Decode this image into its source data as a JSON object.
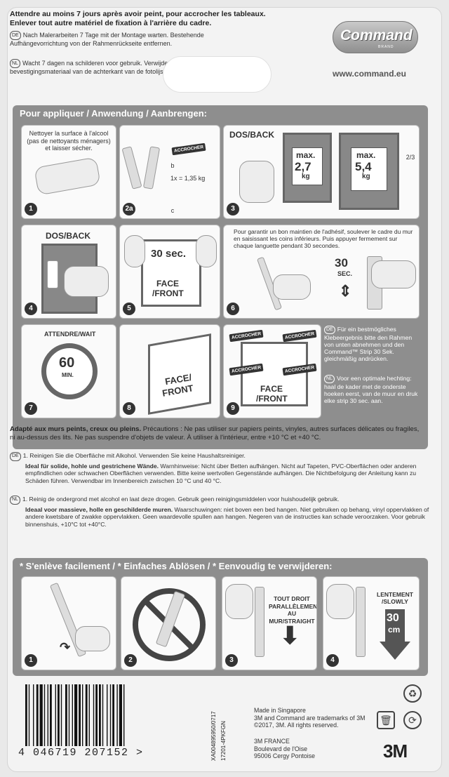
{
  "header": {
    "fr": "Attendre au moins 7 jours après avoir peint, pour accrocher les tableaux. Enlever tout autre matériel de fixation à l'arrière du cadre.",
    "de_tag": "DE",
    "de": "Nach Malerarbeiten 7 Tage mit der Montage warten. Bestehende Aufhängevorrichtung von der Rahmenrückseite entfernen.",
    "nl_tag": "NL",
    "nl": "Wacht 7 dagen na schilderen voor gebruik. Verwijderen eventueel bevestigingsmateriaal van de achterkant van de fotolijst."
  },
  "brand": {
    "logo": "Command",
    "logo_sub": "BRAND",
    "url": "www.command.eu",
    "company": "3M"
  },
  "apply": {
    "title": "Pour appliquer / Anwendung / Aanbrengen:",
    "p1_text": "Nettoyer la surface à l'alcool (pas de nettoyants ménagers) et laisser sécher.",
    "p1_step": "1",
    "p2a_step": "2a",
    "p2_b": "b",
    "p2_c": "c",
    "p2_accro": "ACCROCHER",
    "p2_weight": "1x",
    "p2_weight_val": "= 1,35 kg",
    "p3_label": "DOS/BACK",
    "p3_step": "3",
    "max1": "max.",
    "max1_val": "2,7",
    "max1_unit": "kg",
    "max2": "max.",
    "max2_val": "5,4",
    "max2_unit": "kg",
    "fraction": "2/3",
    "p4_label": "DOS/BACK",
    "p4_step": "4",
    "p5_sec": "30 sec.",
    "p5_face": "FACE",
    "p5_front": "/FRONT",
    "p5_step": "5",
    "p6_text": "Pour garantir un bon maintien de l'adhésif, soulever le cadre du mur en saisissant les coins inférieurs. Puis appuyer fermement sur chaque languette pendant 30 secondes.",
    "p6_sec": "30",
    "p6_sec_unit": "SEC.",
    "p6_step": "6",
    "p7_label": "ATTENDRE/WAIT",
    "p7_min": "60",
    "p7_min_unit": "MIN.",
    "p7_step": "7",
    "p8_face": "FACE/",
    "p8_front": "FRONT",
    "p8_step": "8",
    "p9_accro": "ACCROCHER",
    "p9_face": "FACE",
    "p9_front": "/FRONT",
    "p9_step": "9",
    "de_tag": "DE",
    "de_note": "Für ein bestmögliches Klebeergebnis bitte den Rahmen von unten abnehmen und den Command™ Strip 30 Sek. gleichmäßig andrücken.",
    "nl_tag": "NL",
    "nl_note": "Voor een optimale hechting: haal de kader met de onderste hoeken eerst, van de muur en druk elke strip 30 sec. aan."
  },
  "notes": {
    "fr_bold": "Adapté aux murs peints, creux ou pleins.",
    "fr_rest": " Précautions : Ne pas utiliser sur papiers peints, vinyles, autres surfaces délicates ou fragiles, ni au-dessus des lits. Ne pas suspendre d'objets de valeur. À utiliser à l'intérieur, entre +10 °C et +40 °C.",
    "de_tag": "DE",
    "de_1": "1. Reinigen Sie die Oberfläche mit Alkohol. Verwenden Sie keine Haushaltsreiniger.",
    "de_bold": "Ideal für solide, hohle und gestrichene Wände.",
    "de_rest": " Warnhinweise: Nicht über Betten aufhängen. Nicht auf Tapeten, PVC-Oberflächen oder anderen empfindlichen oder schwachen Oberflächen verwenden. Bitte keine wertvollen Gegenstände aufhängen. Die Nichtbefolgung der Anleitung kann zu Schäden führen. Verwendbar im Innenbereich zwischen 10 °C und 40 °C.",
    "nl_tag": "NL",
    "nl_1": "1. Reinig de ondergrond met alcohol en laat deze drogen. Gebruik geen reinigingsmiddelen voor huishoudelijk gebruik.",
    "nl_bold": "Ideaal voor massieve, holle en geschilderde muren.",
    "nl_rest": " Waarschuwingen: niet boven een bed hangen. Niet gebruiken op behang, vinyl oppervlakken of andere kwetsbare of zwakke oppervlakken. Geen waardevolle spullen aan hangen. Negeren van de instructies kan schade veroorzaken. Voor gebruik binnenshuis, +10°C tot +40°C."
  },
  "remove": {
    "title": "* S'enlève facilement / * Einfaches Ablösen / * Eenvoudig te verwijderen:",
    "r1_step": "1",
    "r2_step": "2",
    "r3_text": "TOUT DROIT PARALLÈLEMENT AU MUR/STRAIGHT",
    "r3_step": "3",
    "r4_text": "LENTEMENT /SLOWLY",
    "r4_cm": "30",
    "r4_cm_unit": "cm",
    "r4_step": "4"
  },
  "footer": {
    "barcode_digits": "4 046719 207152 >",
    "vertical_code_1": "XA004895950/0717",
    "vertical_code_2": "17201-4PKFGN",
    "made_in": "Made in Singapore",
    "trademark": "3M and Command are trademarks of 3M",
    "copyright": "©2017, 3M. All rights reserved.",
    "addr1": "3M FRANCE",
    "addr2": "Boulevard de l'Oise",
    "addr3": "95006 Cergy Pontoise"
  }
}
